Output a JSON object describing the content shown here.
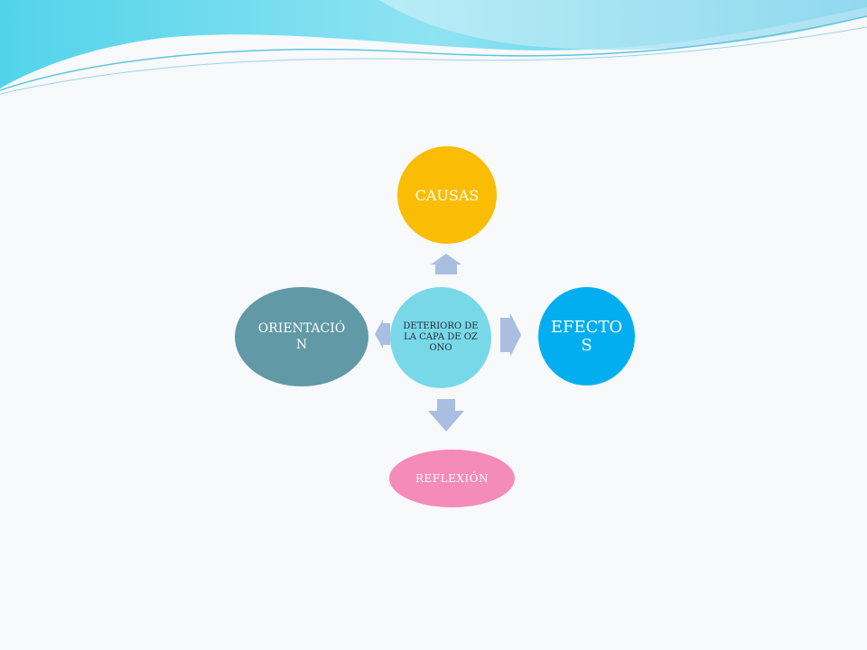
{
  "diagram": {
    "center": "DETERIORO DE LA CAPA DE OZONO",
    "top": "CAUSAS",
    "right": "EFECTOS",
    "left": "ORIENTACIÓN",
    "bottom": "REFLEXIÓN"
  },
  "colors": {
    "center": "#79d8e8",
    "causas": "#fbbd03",
    "efectos": "#02aeef",
    "orientacion": "#6199a6",
    "reflexion": "#f48bb8",
    "arrows": "#a9bee0",
    "header_wave": "#6fd8ec"
  }
}
